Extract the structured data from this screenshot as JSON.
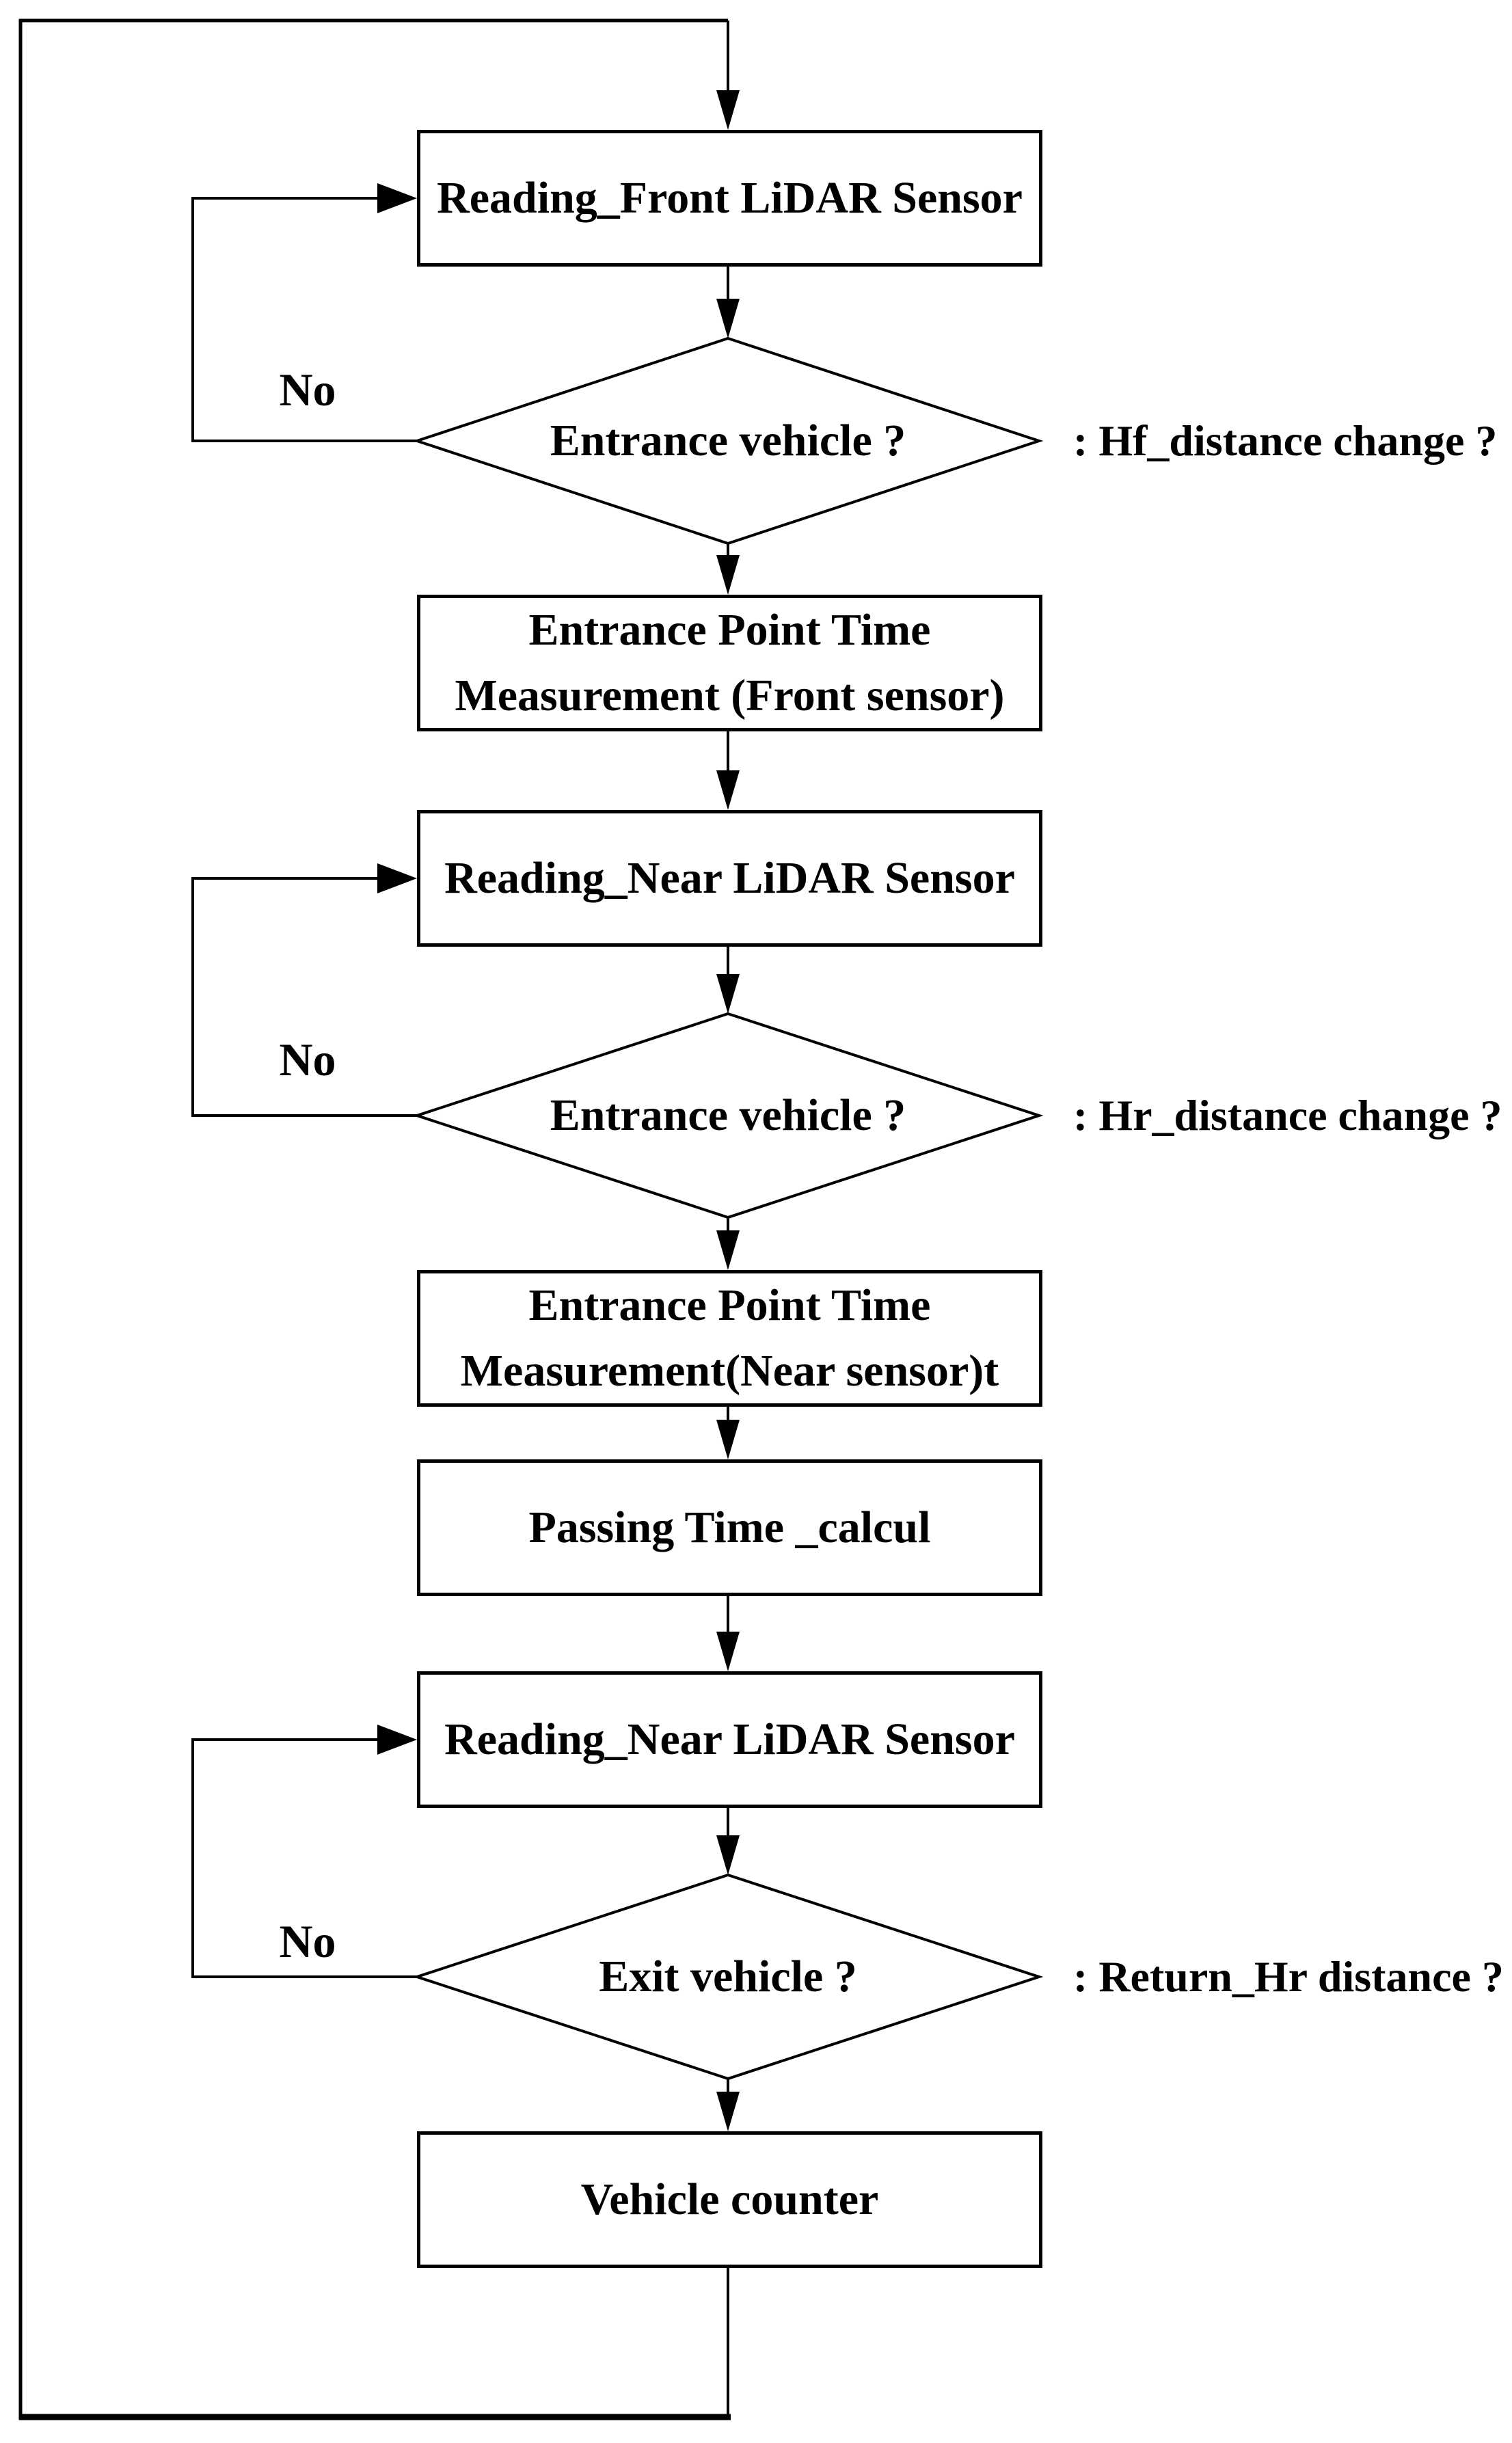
{
  "diagram": {
    "title": "LiDAR vehicle counting flowchart",
    "background_color": "#ffffff",
    "line_color": "#000000",
    "text_color": "#000000",
    "nodes": {
      "reading_front": {
        "label": "Reading_Front LiDAR Sensor"
      },
      "decision_entrance_front": {
        "label": "Entrance vehicle ?",
        "annotation": ": Hf_distance change ?",
        "branch_no": "No"
      },
      "entrance_time_front": {
        "lines": [
          "Entrance Point Time",
          "Measurement (Front sensor)"
        ]
      },
      "reading_near_1": {
        "label": "Reading_Near LiDAR Sensor"
      },
      "decision_entrance_near": {
        "label": "Entrance vehicle ?",
        "annotation": ": Hr_distance change ?",
        "branch_no": "No"
      },
      "entrance_time_near": {
        "lines": [
          "Entrance Point Time",
          "Measurement(Near sensor)t"
        ]
      },
      "passing_time": {
        "label": "Passing Time _calcul"
      },
      "reading_near_2": {
        "label": "Reading_Near LiDAR Sensor"
      },
      "decision_exit": {
        "label": "Exit vehicle ?",
        "annotation": ": Return_Hr distance ?",
        "branch_no": "No"
      },
      "vehicle_counter": {
        "label": "Vehicle counter"
      }
    }
  }
}
